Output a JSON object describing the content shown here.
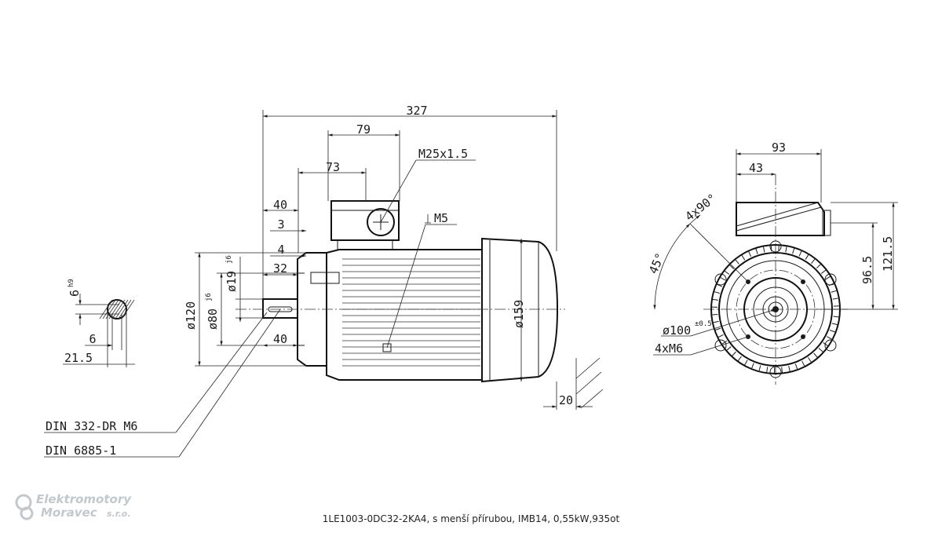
{
  "drawing": {
    "caption": "1LE1003-0DC32-2KA4, s menší přírubou, IMB14, 0,55kW,935ot",
    "logo": {
      "line1": "Elektromotory",
      "line2": "Moravec",
      "suffix": "s.r.o."
    },
    "labels": {
      "overall_length": "327",
      "terminal_box_length": "79",
      "terminal_box_offset": "73",
      "gland_thread": "M25x1.5",
      "shaft_to_flange": "40",
      "spigot": "3",
      "flange_thickness": "4",
      "shaft_length": "32",
      "shaft_diameter": "ø19",
      "shaft_tolerance": "j6",
      "spigot_diameter": "ø80",
      "spigot_tolerance": "j6",
      "flange_diameter": "ø120",
      "key_length": "40",
      "body_diameter": "ø159",
      "earth_thread": "M5",
      "foot_offset": "20",
      "key_width": "6",
      "key_tolerance": "h9",
      "keyway_width": "6",
      "shaft_key_height": "21.5",
      "note_center_hole": "DIN 332-DR M6",
      "note_key": "DIN 6885-1",
      "box_width": "93",
      "box_center": "43",
      "hole_angle": "4x90°",
      "hole_angle_offset": "45°",
      "height_box": "121.5",
      "height_top": "96.5",
      "pitch_circle": "ø100",
      "pitch_tolerance": "±0.5",
      "flange_holes": "4xM6"
    }
  }
}
